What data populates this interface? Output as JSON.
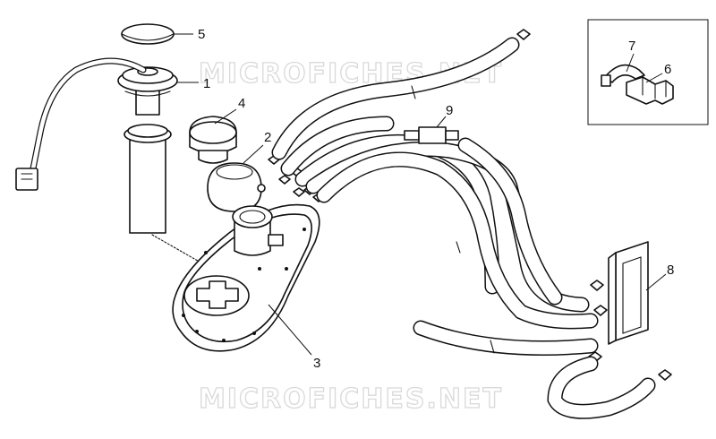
{
  "watermark": "MICROFICHES.NET",
  "callouts": {
    "p1": "1",
    "p2": "2",
    "p3": "3",
    "p4": "4",
    "p5": "5",
    "p6": "6",
    "p7": "7",
    "p8": "8",
    "p9": "9"
  }
}
